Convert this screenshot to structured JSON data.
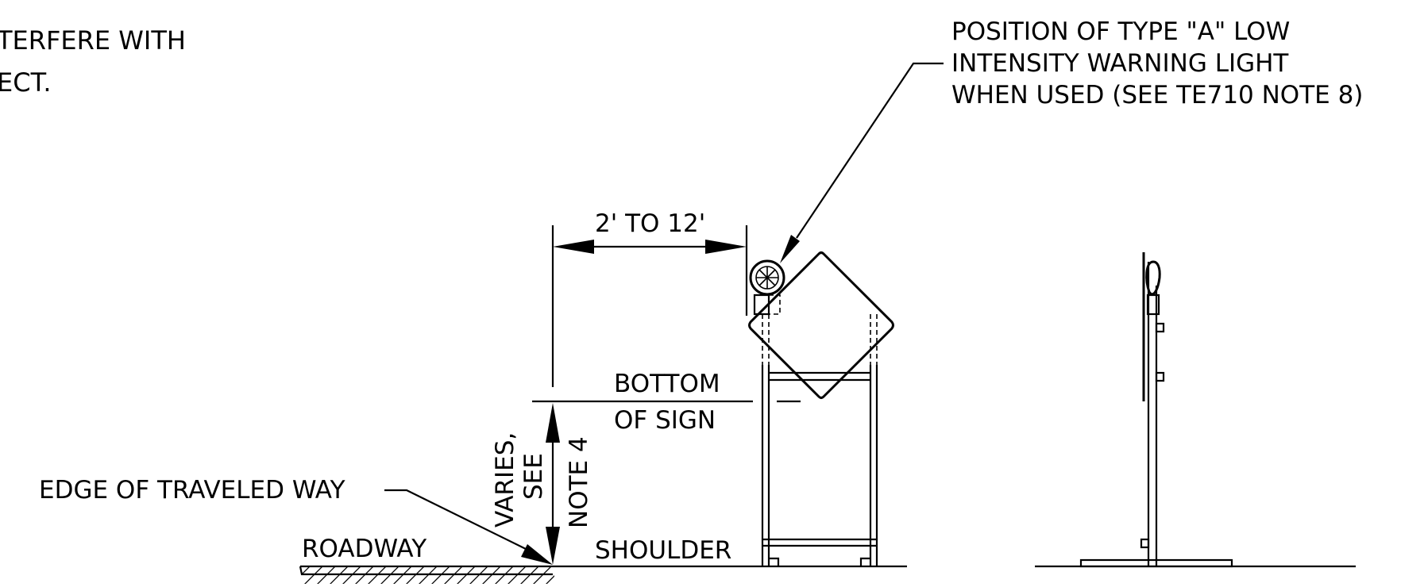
{
  "note_text": {
    "line1": "TERFERE WITH",
    "line2": "ECT."
  },
  "callout": {
    "line1": "POSITION OF TYPE \"A\" LOW",
    "line2": "INTENSITY WARNING LIGHT",
    "line3": "WHEN USED (SEE TE710 NOTE 8)"
  },
  "dimensions": {
    "offset": "2' TO 12'",
    "height_line1": "VARIES,",
    "height_line2": "SEE",
    "height_line3": "NOTE 4"
  },
  "labels": {
    "bottom_line1": "BOTTOM",
    "bottom_line2": "OF SIGN",
    "edge": "EDGE OF TRAVELED WAY",
    "roadway": "ROADWAY",
    "shoulder": "SHOULDER"
  }
}
